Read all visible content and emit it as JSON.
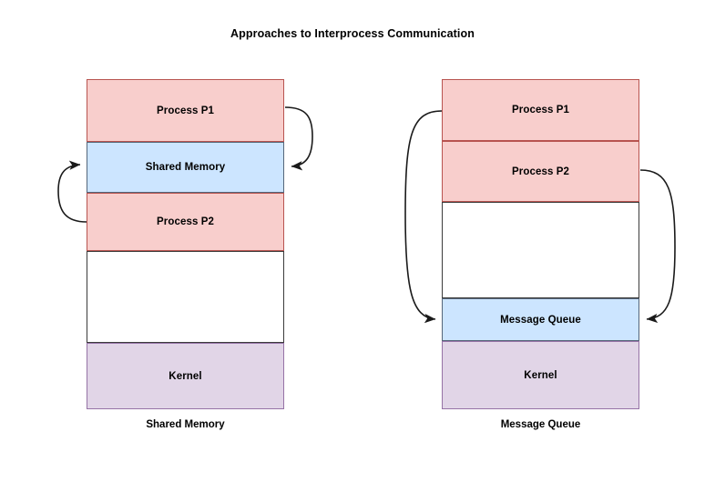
{
  "title": "Approaches to Interprocess Communication",
  "diagrams": [
    {
      "id": "shared-memory",
      "caption": "Shared Memory",
      "blocks": [
        {
          "label": "Process P1",
          "kind": "pink"
        },
        {
          "label": "Shared Memory",
          "kind": "blue"
        },
        {
          "label": "Process P2",
          "kind": "pink"
        },
        {
          "label": "",
          "kind": "plain"
        },
        {
          "label": "Kernel",
          "kind": "purple"
        }
      ],
      "arrows": [
        {
          "name": "p1-to-shared-memory-arrow",
          "from": "Process P1",
          "to": "Shared Memory",
          "side": "right"
        },
        {
          "name": "p2-to-shared-memory-arrow",
          "from": "Process P2",
          "to": "Shared Memory",
          "side": "left"
        }
      ]
    },
    {
      "id": "message-queue",
      "caption": "Message Queue",
      "blocks": [
        {
          "label": "Process P1",
          "kind": "pink"
        },
        {
          "label": "Process P2",
          "kind": "pink"
        },
        {
          "label": "",
          "kind": "plain"
        },
        {
          "label": "Message Queue",
          "kind": "blue"
        },
        {
          "label": "Kernel",
          "kind": "purple"
        }
      ],
      "arrows": [
        {
          "name": "p1-to-message-queue-arrow",
          "from": "Process P1",
          "to": "Message Queue",
          "side": "left"
        },
        {
          "name": "p2-to-message-queue-arrow",
          "from": "Process P2",
          "to": "Message Queue",
          "side": "right"
        }
      ]
    }
  ],
  "colors": {
    "process": "#f8cecc",
    "process_border": "#b85450",
    "ipc": "#cce5ff",
    "ipc_border": "#55667a",
    "kernel": "#e1d5e7",
    "kernel_border": "#9673a6",
    "unused": "#ffffff",
    "unused_border": "#3b3b3b",
    "arrow": "#1a1a1a",
    "text": "#000000"
  }
}
